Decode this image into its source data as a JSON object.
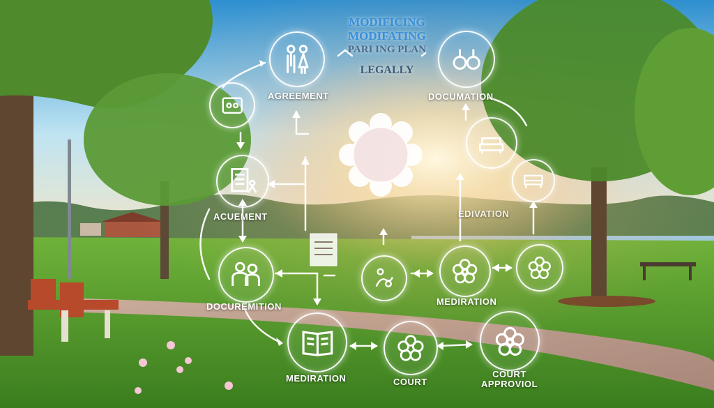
{
  "title": {
    "line1": "MODIFICING",
    "line2": "MODIFATING",
    "line3": "PARI ING PLAN",
    "line4": "LEGALLY"
  },
  "nodes": [
    {
      "id": "agreement-top",
      "label": "AGREEMENT",
      "icon": "people-icon"
    },
    {
      "id": "documation",
      "label": "DOCUMATION",
      "icon": "rings-icon"
    },
    {
      "id": "left-small",
      "label": "",
      "icon": "exchange-icon"
    },
    {
      "id": "acuement",
      "label": "ACUEMENT",
      "icon": "document-person-icon"
    },
    {
      "id": "right-sofa",
      "label": "",
      "icon": "sofa-icon"
    },
    {
      "id": "right-bed",
      "label": "",
      "icon": "bed-icon"
    },
    {
      "id": "edivation",
      "label": "EDIVATION",
      "icon": ""
    },
    {
      "id": "documetion",
      "label": "DOCUREMITION",
      "icon": "parents-icon"
    },
    {
      "id": "center-small",
      "label": "",
      "icon": "handshake-icon"
    },
    {
      "id": "mediration-right",
      "label": "MEDIRATION",
      "icon": "flower-icon"
    },
    {
      "id": "right-flower",
      "label": "",
      "icon": "flower-icon"
    },
    {
      "id": "mediration-bottom",
      "label": "MEDIRATION",
      "icon": "book-icon"
    },
    {
      "id": "court",
      "label": "COURT",
      "icon": "flower-icon"
    },
    {
      "id": "court-approval",
      "label": "COURT APPROVIOL",
      "icon": "flower-icon"
    }
  ],
  "labels": {
    "agreement": "AGREEMENT",
    "documation": "DOCUMATION",
    "acuement": "ACUEMENT",
    "edivation": "EDIVATION",
    "documetion": "DOCUREMITION",
    "mediration_right": "MEDIRATION",
    "mediration_bottom": "MEDIRATION",
    "court": "COURT",
    "court_approval_1": "COURT",
    "court_approval_2": "APPROVIOL"
  },
  "colors": {
    "sky_top": "#2f8fcf",
    "sky_bottom": "#bfe4f2",
    "grass": "#4c9a2a",
    "grass_dark": "#3a7d1e",
    "path": "#b89a8a",
    "water": "#9fc8de",
    "sun": "#fff4d6",
    "title_blue": "#3a8fd8",
    "bench": "#b64a2b",
    "flower": "#f6c6d6"
  }
}
